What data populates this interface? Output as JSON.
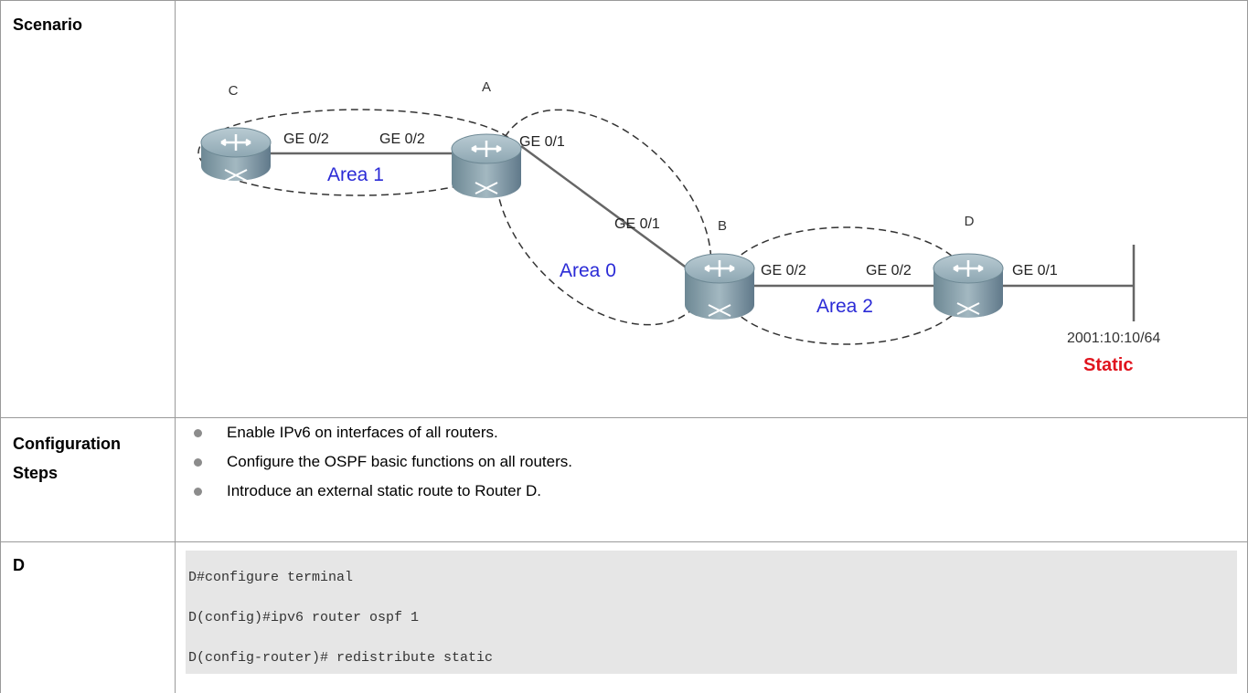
{
  "rows": {
    "scenario_label": "Scenario",
    "config_label_line1": "Configuration",
    "config_label_line2": "Steps",
    "d_label": "D"
  },
  "diagram": {
    "routers": {
      "c": "C",
      "a": "A",
      "b": "B",
      "d": "D"
    },
    "ports": {
      "c_ge02": "GE 0/2",
      "a_ge02": "GE 0/2",
      "a_ge01": "GE 0/1",
      "b_ge01": "GE 0/1",
      "b_ge02": "GE 0/2",
      "d_ge02": "GE 0/2",
      "d_ge01": "GE 0/1"
    },
    "areas": {
      "area1": "Area 1",
      "area0": "Area 0",
      "area2": "Area 2"
    },
    "network": "2001:10:10/64",
    "static_label": "Static",
    "colors": {
      "area_text": "#2b2bd6",
      "static_text": "#e0141e",
      "router_body": "#7f9aa6"
    }
  },
  "steps": [
    "Enable IPv6 on interfaces of all routers.",
    "Configure the OSPF basic functions on all routers.",
    "Introduce an external static route to Router D."
  ],
  "code": [
    "D#configure terminal",
    "D(config)#ipv6 router ospf 1",
    "D(config-router)# redistribute static"
  ]
}
